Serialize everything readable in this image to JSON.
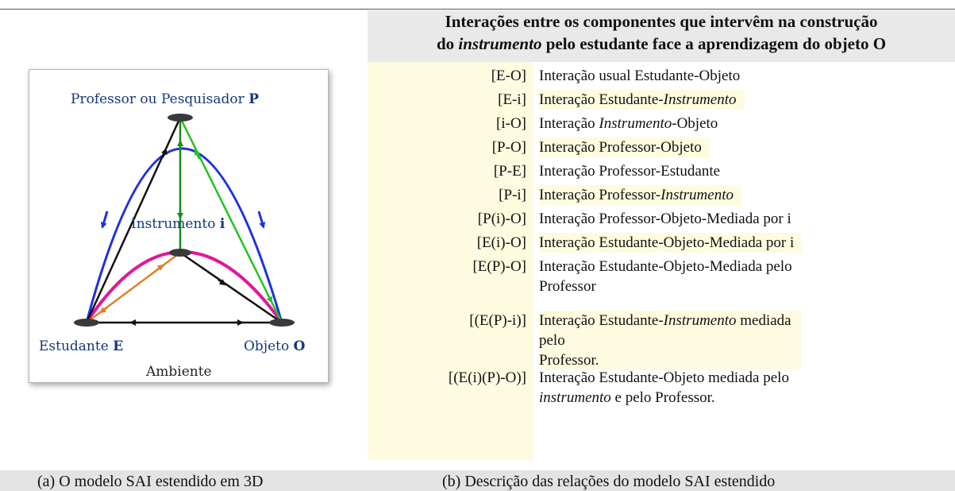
{
  "figure": {
    "labels": {
      "professor": "Professor ou Pesquisador ",
      "professor_letter": "P",
      "instrumento": "Instrumento ",
      "instrumento_letter": "i",
      "estudante": "Estudante ",
      "estudante_letter": "E",
      "objeto": "Objeto ",
      "objeto_letter": "O",
      "ambiente": "Ambiente"
    },
    "colors": {
      "outer_arc": "#1f2fe0",
      "instrument_arc": "#e0179a",
      "green_arrows": "#1c8a1c",
      "light_green": "#22c422",
      "orange_arrow": "#e07f2a",
      "black_arrows": "#111111",
      "nodes": "#3a3a3a"
    }
  },
  "table": {
    "header": {
      "line1": "Interações entre os componentes que intervêm na construção",
      "line2_pre": "do ",
      "line2_italic": "instrumento",
      "line2_post": " pelo estudante face a aprendizagem do objeto O"
    },
    "rows": [
      {
        "code": "[E-O]",
        "d1": "Interação usual Estudante-Objeto"
      },
      {
        "code": "[E-i]",
        "d1": "Interação Estudante-",
        "d1_italic": "Instrumento"
      },
      {
        "code": "[i-O]",
        "d1": "Interação ",
        "d1_italic": "Instrumento",
        "d1_post": "-Objeto"
      },
      {
        "code": "[P-O]",
        "d1": "Interação Professor-Objeto"
      },
      {
        "code": "[P-E]",
        "d1": "Interação Professor-Estudante"
      },
      {
        "code": "[P-i]",
        "d1": "Interação Professor-",
        "d1_italic": "Instrumento"
      },
      {
        "code": "[P(i)-O]",
        "d1": "Interação Professor-Objeto-Mediada por i"
      },
      {
        "code": "[E(i)-O]",
        "d1": "Interação Estudante-Objeto-Mediada por i"
      },
      {
        "code": "[E(P)-O]",
        "d1": "Interação Estudante-Objeto-Mediada pelo",
        "d2": "Professor"
      },
      {
        "code": "[(E(P)-i)]",
        "d1": "Interação Estudante-",
        "d1_italic": "Instrumento",
        "d1_post": " mediada pelo",
        "d2": "Professor."
      },
      {
        "code": "[(E(i)(P)-O)]",
        "d1": "Interação Estudante-Objeto mediada pelo",
        "d2_italic": "instrumento",
        "d2": " e pelo Professor."
      }
    ]
  },
  "captions": {
    "a": "(a) O modelo SAI estendido em 3D",
    "b": "(b) Descrição das relações do modelo SAI estendido"
  }
}
